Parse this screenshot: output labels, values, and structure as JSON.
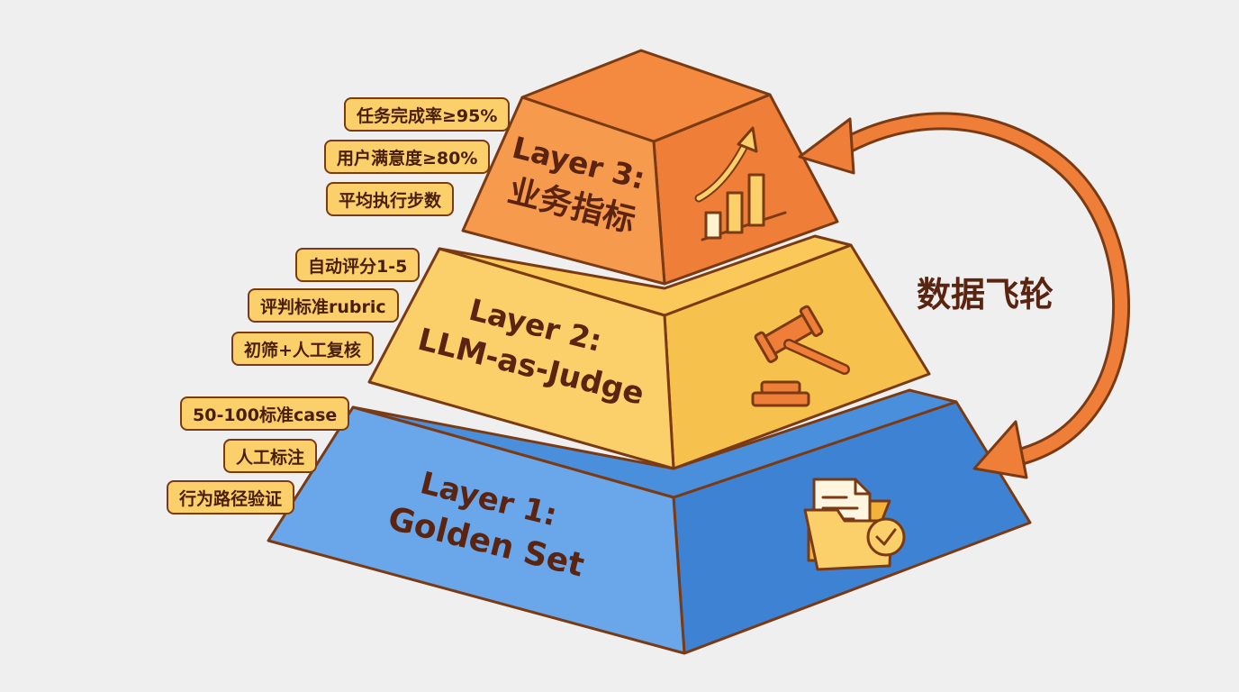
{
  "layers": [
    {
      "id": "layer3",
      "title_line1": "Layer 3:",
      "title_line2": "业务指标",
      "icon": "bar-chart-growth-icon",
      "color_front": "#f69a4e",
      "color_side": "#ef7e39",
      "color_top": "#f48a3f",
      "tags": [
        "任务完成率≥95%",
        "用户满意度≥80%",
        "平均执行步数"
      ]
    },
    {
      "id": "layer2",
      "title_line1": "Layer 2:",
      "title_line2": "LLM-as-Judge",
      "icon": "gavel-icon",
      "color_front": "#fbd06a",
      "color_side": "#f6c14d",
      "color_top": "#fac95a",
      "tags": [
        "自动评分1-5",
        "评判标准rubric",
        "初筛+人工复核"
      ]
    },
    {
      "id": "layer1",
      "title_line1": "Layer 1:",
      "title_line2": "Golden Set",
      "icon": "folder-document-check-icon",
      "color_front": "#6aa7ea",
      "color_side": "#3e82d4",
      "color_top": "#4a8fdc",
      "tags": [
        "50-100标准case",
        "人工标注",
        "行为路径验证"
      ]
    }
  ],
  "flywheel": {
    "label": "数据飞轮",
    "arrow_color": "#ef7e39"
  },
  "colors": {
    "background": "#f0efef",
    "outline": "#7a3a14",
    "tag_fill": "#fbcf6a",
    "text": "#5a2410"
  }
}
